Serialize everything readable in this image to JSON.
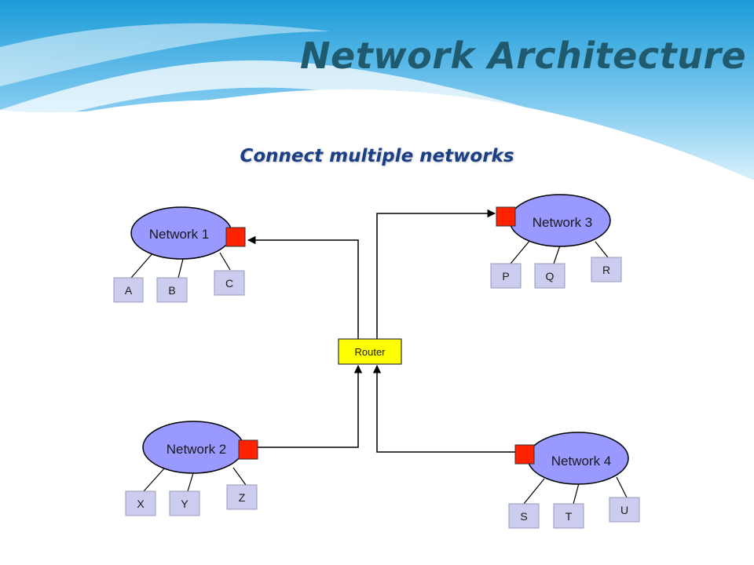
{
  "slide": {
    "title": "Network Architecture",
    "subtitle": "Connect multiple networks"
  },
  "colors": {
    "title": "#1f5a6e",
    "subtitle": "#1b3f86",
    "network_fill": "#9999ff",
    "host_fill": "#ccccee",
    "port_fill": "#ff2200",
    "router_fill": "#ffff00"
  },
  "diagram": {
    "router": "Router",
    "networks": [
      {
        "label": "Network 1",
        "hosts": [
          "A",
          "B",
          "C"
        ]
      },
      {
        "label": "Network 2",
        "hosts": [
          "X",
          "Y",
          "Z"
        ]
      },
      {
        "label": "Network 3",
        "hosts": [
          "P",
          "Q",
          "R"
        ]
      },
      {
        "label": "Network 4",
        "hosts": [
          "S",
          "T",
          "U"
        ]
      }
    ]
  }
}
